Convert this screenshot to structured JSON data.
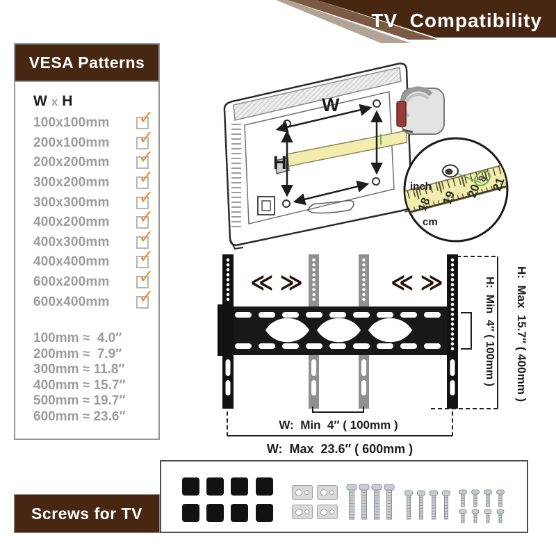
{
  "banner": {
    "title": "TV  Compatibility",
    "brown": "#472711",
    "mid_stripe": "#7a5a44",
    "light_stripe": "#b2a394"
  },
  "vesa_panel": {
    "header": "VESA Patterns",
    "col_w": "W",
    "col_x": "x",
    "col_h": "H",
    "check_glyph": "✓",
    "patterns": [
      "100x100mm",
      "200x100mm",
      "200x200mm",
      "300x200mm",
      "300x300mm",
      "400x200mm",
      "400x300mm",
      "400x400mm",
      "600x200mm",
      "600x400mm"
    ],
    "conversions": [
      "100mm ≈  4.0″",
      "200mm ≈  7.9″",
      "300mm ≈ 11.8″",
      "400mm ≈ 15.7″",
      "500mm ≈ 19.7″",
      "600mm ≈ 23.6″"
    ]
  },
  "tv_diagram": {
    "w_label": "W",
    "h_label": "H"
  },
  "inset": {
    "inch_label": "inch",
    "cm_label": "cm",
    "inch_numbers": [
      "7",
      "8"
    ],
    "cm_numbers": [
      "18",
      "19",
      "20",
      "21"
    ],
    "tape_yellow": "#f2ecae",
    "highlight_green": "#6aa84f"
  },
  "bracket": {
    "chevrons": "≪ ≫",
    "h_min": "H:  Min  4″ ( 100mm )",
    "h_max": "H:  Max  15.7″ ( 400mm )",
    "w_min": "W:  Min  4″ ( 100mm )",
    "w_max": "W:  Max  23.6″ ( 600mm )"
  },
  "screws": {
    "label": "Screws for TV"
  },
  "colors": {
    "brown": "#472711",
    "orange": "#e8913c",
    "gray_text": "#9c9c9c",
    "bracket_black": "#181818",
    "metal": "#c9cdd2"
  }
}
